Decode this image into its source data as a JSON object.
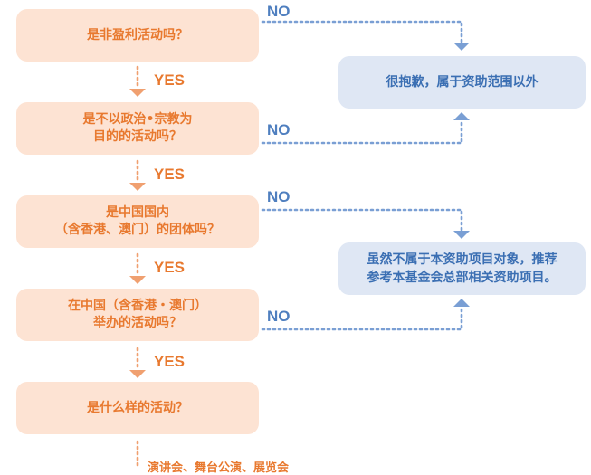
{
  "questions": [
    {
      "lines": [
        "是非盈利活动吗？"
      ]
    },
    {
      "lines": [
        "是不以政治•宗教为",
        "目的的活动吗？"
      ]
    },
    {
      "lines": [
        "是中国国内",
        "（含香港、澳门）的团体吗？"
      ]
    },
    {
      "lines": [
        "在中国（含香港・澳门）",
        "举办的活动吗？"
      ]
    },
    {
      "lines": [
        "是什么样的活动？"
      ]
    }
  ],
  "answers": [
    {
      "lines": [
        "很抱歉，属于资助范围以外"
      ]
    },
    {
      "lines": [
        "虽然不属于本资助项目对象，推荐",
        "参考本基金会总部相关资助项目。"
      ]
    }
  ],
  "yes_label": "YES",
  "no_label": "NO",
  "bottom_text": "演讲会、舞台公演、展览会",
  "colors": {
    "question_bg": "#fde3d3",
    "question_text": "#e8792f",
    "answer_bg": "#dfe7f4",
    "answer_text": "#3b6fb3",
    "yes_color": "#f0a070",
    "no_color": "#7a9fd4"
  }
}
